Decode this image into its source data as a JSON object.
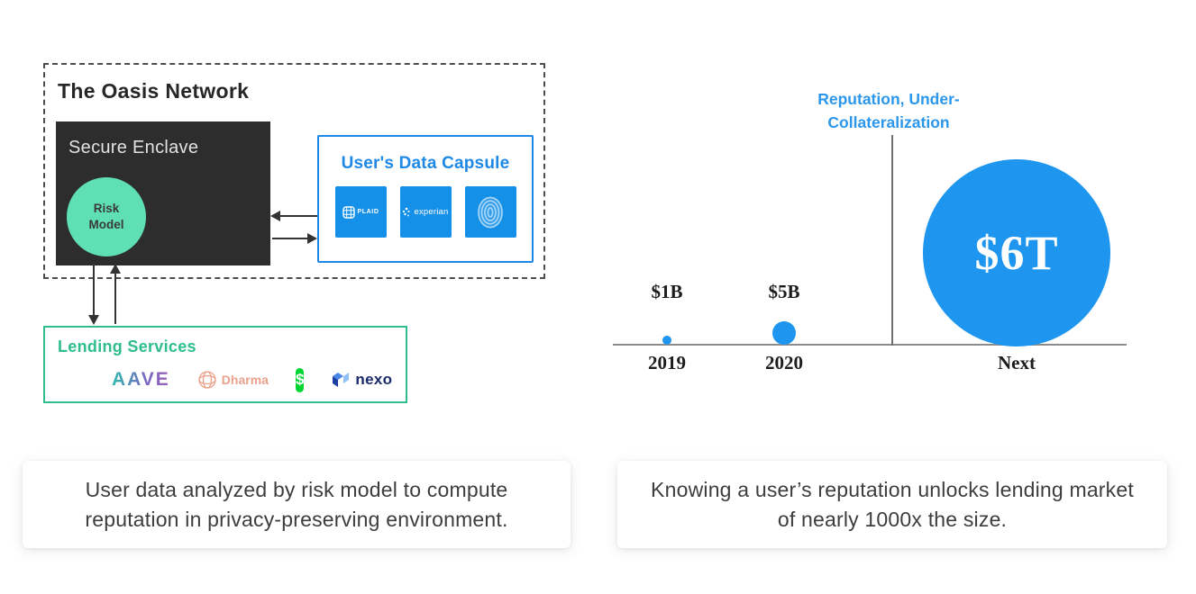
{
  "colors": {
    "accent_blue": "#1e96f0",
    "capsule_blue": "#1e88e5",
    "tile_blue": "#1590e8",
    "mint_green": "#5fe0b4",
    "lending_green": "#2ebd8c",
    "enclave_dark": "#2d2d2d",
    "cashapp_green": "#00d632",
    "dharma_peach": "#e9a28c",
    "text_dark": "#262626"
  },
  "diagram": {
    "title": "The Oasis Network",
    "enclave_label": "Secure Enclave",
    "risk_model_label": "Risk Model",
    "capsule_title": "User's Data Capsule",
    "capsule_tiles": {
      "plaid": "PLAID",
      "experian": "experian"
    },
    "lending_title": "Lending Services",
    "lending_logos": {
      "aave": "AAVE",
      "dharma": "Dharma",
      "cash": "$",
      "nexo": "nexo"
    }
  },
  "chart_data": {
    "type": "scatter",
    "title": "Reputation, Under-Collateralization",
    "title_lines": [
      "Reputation, Under-",
      "Collateralization"
    ],
    "categories": [
      "2019",
      "2020",
      "Next"
    ],
    "values": [
      1000000000,
      5000000000,
      6000000000000
    ],
    "value_labels": [
      "$1B",
      "$5B",
      "$6T"
    ],
    "bubble_color": "#1e96f0",
    "xlabel": "",
    "ylabel": "",
    "legend": false,
    "grid": false,
    "notes": "Bubble size encodes lending market size; vertical divider separates historical years (2019, 2020) from projected era (Next)."
  },
  "captions": {
    "left": "User data analyzed by risk model to compute reputation in privacy-preserving environment.",
    "right": "Knowing a user’s reputation unlocks lending market of nearly 1000x the size."
  }
}
